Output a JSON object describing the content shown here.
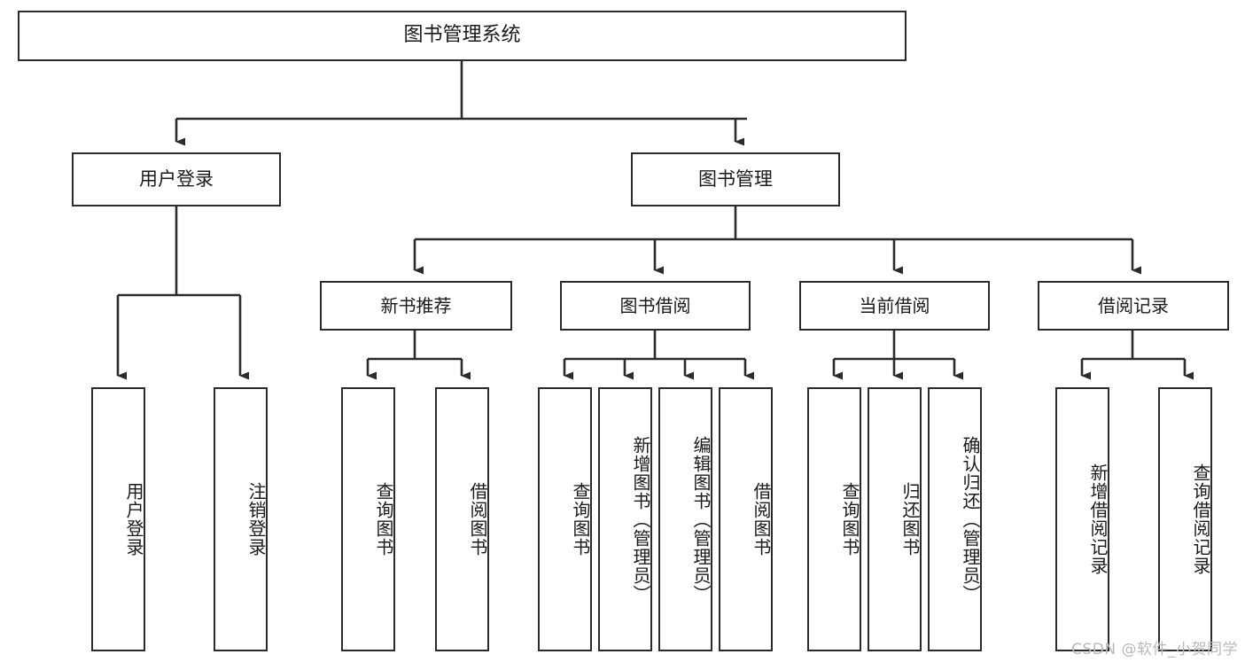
{
  "diagram": {
    "title": "图书管理系统",
    "type": "tree",
    "background_color": "#ffffff",
    "border_color": "#2b2b2b",
    "text_color": "#1a1a1a",
    "watermark": "CSDN @软件_小贺同学"
  },
  "nodes": {
    "root": {
      "label": "图书管理系统"
    },
    "level1": [
      {
        "id": "user-login",
        "label": "用户登录"
      },
      {
        "id": "book-manage",
        "label": "图书管理"
      }
    ],
    "level2": [
      {
        "id": "new-book-recommend",
        "label": "新书推荐"
      },
      {
        "id": "book-borrow",
        "label": "图书借阅"
      },
      {
        "id": "current-borrow",
        "label": "当前借阅"
      },
      {
        "id": "borrow-record",
        "label": "借阅记录"
      }
    ],
    "leaves": {
      "user_login": [
        {
          "id": "leaf-user-login",
          "label": "用户登录"
        },
        {
          "id": "leaf-logout-login",
          "label": "注销登录"
        }
      ],
      "new_book_recommend": [
        {
          "id": "leaf-query-book-1",
          "label": "查询图书"
        },
        {
          "id": "leaf-borrow-book-1",
          "label": "借阅图书"
        }
      ],
      "book_borrow": [
        {
          "id": "leaf-query-book-2",
          "label": "查询图书"
        },
        {
          "id": "leaf-add-book",
          "label": "新增图书（管理员）"
        },
        {
          "id": "leaf-edit-book",
          "label": "编辑图书（管理员）"
        },
        {
          "id": "leaf-borrow-book-2",
          "label": "借阅图书"
        }
      ],
      "current_borrow": [
        {
          "id": "leaf-query-book-3",
          "label": "查询图书"
        },
        {
          "id": "leaf-return-book",
          "label": "归还图书"
        },
        {
          "id": "leaf-confirm-return",
          "label": "确认归还（管理员）"
        }
      ],
      "borrow_record": [
        {
          "id": "leaf-add-record",
          "label": "新增借阅记录"
        },
        {
          "id": "leaf-query-record",
          "label": "查询借阅记录"
        }
      ]
    }
  }
}
